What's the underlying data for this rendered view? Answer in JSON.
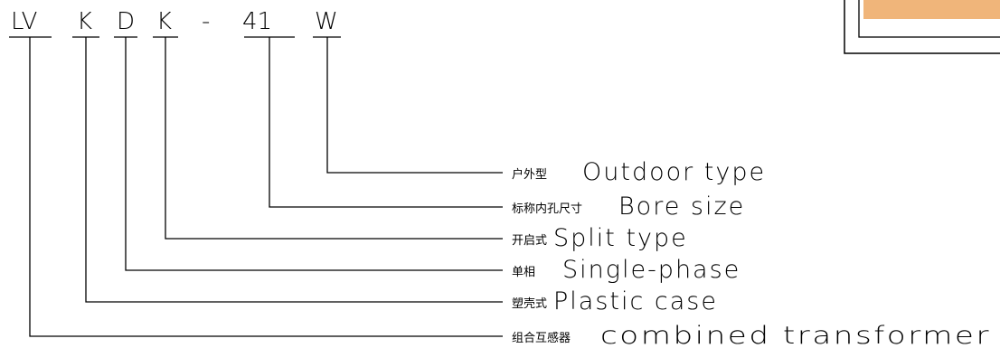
{
  "model_code": {
    "segments": [
      "LV",
      "K",
      "D",
      "K",
      "-",
      "41",
      "W"
    ]
  },
  "legend": [
    {
      "code": "W",
      "cn": "户外型",
      "en": "Outdoor type"
    },
    {
      "code": "41",
      "cn": "标称内孔尺寸",
      "en": "Bore size"
    },
    {
      "code": "K",
      "cn": "开启式",
      "en": "Split type"
    },
    {
      "code": "D",
      "cn": "单相",
      "en": "Single-phase"
    },
    {
      "code": "K",
      "cn": "塑壳式",
      "en": "Plastic case"
    },
    {
      "code": "LV",
      "cn": "组合互感器",
      "en": "combined transformer"
    }
  ],
  "colors": {
    "line": "#000000",
    "background": "#ffffff",
    "badge_fill": "#f0b57a"
  }
}
